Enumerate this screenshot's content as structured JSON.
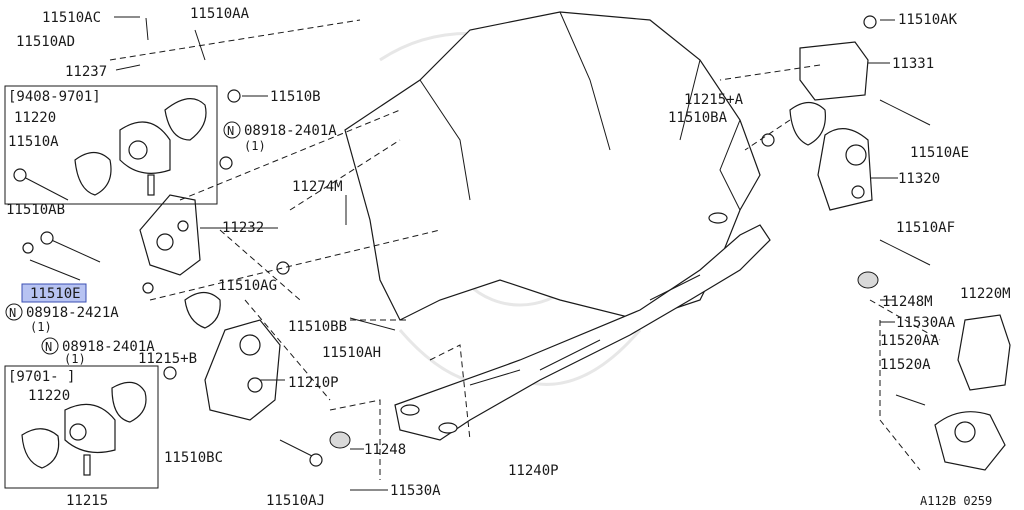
{
  "labels": {
    "l_11510AC": "11510AC",
    "l_11510AA": "11510AA",
    "l_11510AD": "11510AD",
    "l_11237": "11237",
    "l_9408_9701": "[9408-9701]",
    "l_11220_a": "11220",
    "l_11510B": "11510B",
    "l_11510A": "11510A",
    "l_08918_2401A_a": "08918-2401A",
    "l_08918_2401A_a_qty": "(1)",
    "l_11510AB": "11510AB",
    "l_11232": "11232",
    "l_11274M": "11274M",
    "l_11510E": "11510E",
    "l_08918_2421A": "08918-2421A",
    "l_08918_2421A_qty": "(1)",
    "l_08918_2401A_b": "08918-2401A",
    "l_08918_2401A_b_qty": "(1)",
    "l_11215B": "11215+B",
    "l_9701": "[9701-     ]",
    "l_11220_b": "11220",
    "l_11215": "11215",
    "l_11510AG": "11510AG",
    "l_11510BB": "11510BB",
    "l_11510AH": "11510AH",
    "l_11210P": "11210P",
    "l_11510BC": "11510BC",
    "l_11248": "11248",
    "l_11510AJ": "11510AJ",
    "l_11530A": "11530A",
    "l_11240P": "11240P",
    "l_11510AK": "11510AK",
    "l_11331": "11331",
    "l_11215A": "11215+A",
    "l_11510BA": "11510BA",
    "l_11510AE": "11510AE",
    "l_11320": "11320",
    "l_11510AF": "11510AF",
    "l_11248M": "11248M",
    "l_11220M": "11220M",
    "l_11530AA": "11530AA",
    "l_11520AA": "11520AA",
    "l_11520A": "11520A",
    "l_ref": "A112B 0259"
  },
  "nut_symbol": "N",
  "colors": {
    "highlight": "#b7c3f2",
    "line": "#1a1a1a",
    "watermark": "#e7e7e7"
  }
}
